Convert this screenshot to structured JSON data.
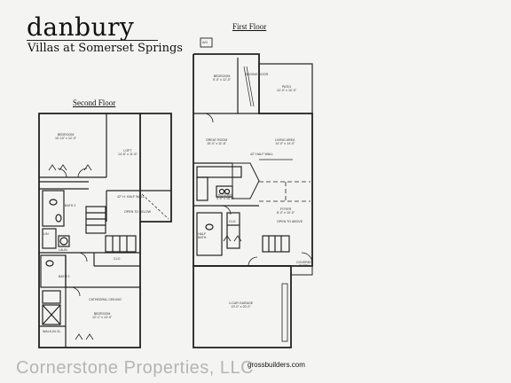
{
  "header": {
    "title": "danbury",
    "subtitle": "Villas at Somerset Springs"
  },
  "floors": {
    "first_label": "First Floor",
    "second_label": "Second Floor"
  },
  "rooms": {
    "second": {
      "bedroom_top": "BEDROOM\n10'-10\" x 12'-0\"",
      "loft": "LOFT\n14'-6\" x 11'-6\"",
      "bath_top": "BATH 2",
      "half_wall": "42\" H. HALF WALL",
      "open_below": "OPEN TO BELOW",
      "linen": "LIN",
      "laundry": "LAUN",
      "closet": "CLO",
      "bath_master": "BATH 3",
      "cathedral": "CATHEDRAL CEILING",
      "master_bedroom": "BEDROOM\n12'-1\" x 13'-0\"",
      "walk_in": "WALK-IN CL."
    },
    "first": {
      "ab_box": "A/G",
      "bedroom": "BEDROOM\n9'-0\" x 12'-0\"",
      "slide_door": "SLIDING DOOR",
      "patio": "PATIO\n12'-0\" x 10'-0\"",
      "great_room": "GREAT ROOM\n15'-0\" x 11'-6\"",
      "half_wall": "42\" HALF WALL",
      "living_area": "LIVING AREA\n14'-0\" x 14'-0\"",
      "kitchen": "KITCHEN\n9'-0\" x 10'-6\"",
      "foyer": "FOYER\n8'-0\" x 10'-0\"",
      "open_above": "OPEN TO ABOVE",
      "half_bath": "HALF\nBATH",
      "closet": "CLO",
      "covered_entry": "COVERED\nENTRY",
      "garage": "2-CAR GARAGE\n19'-0\" x 20'-0\""
    }
  },
  "footer": {
    "website": "grossbuilders.com"
  },
  "watermark": {
    "text": "Cornerstone Properties, LLC"
  }
}
